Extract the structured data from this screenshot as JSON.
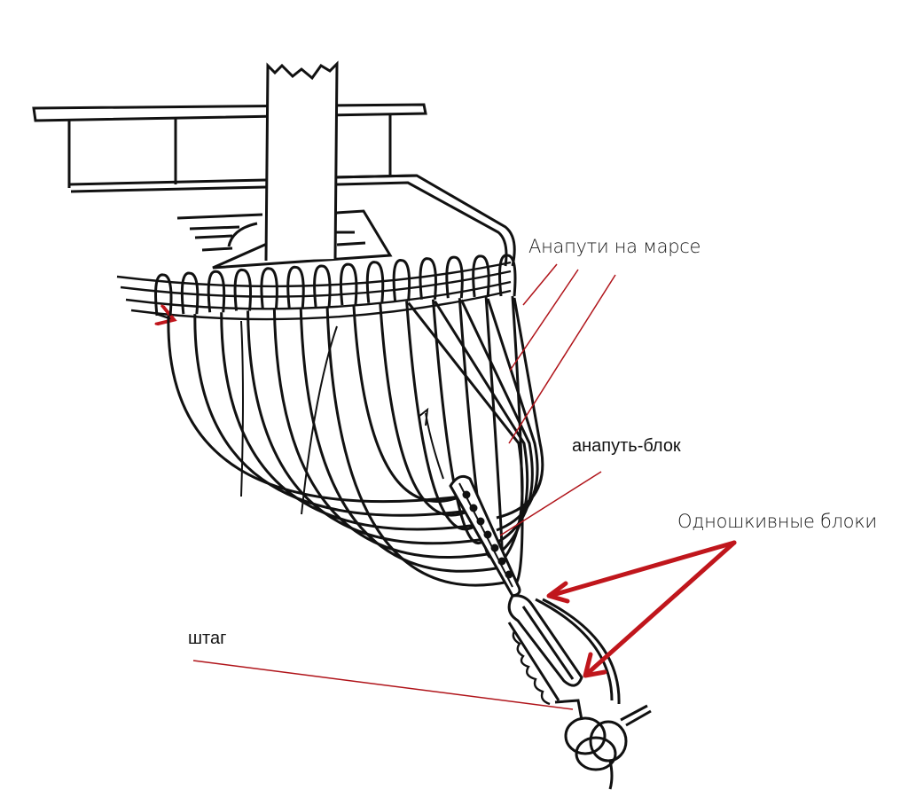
{
  "labels": {
    "crowfoot_on_top": "Анапути на марсе",
    "euphroe_block": "анапуть-блок",
    "single_blocks": "Одношкивные блоки",
    "stay": "штаг"
  },
  "colors": {
    "ink": "#111111",
    "leader_line": "#b0141a",
    "arrow": "#c0161c",
    "background": "#ffffff"
  },
  "figure": {
    "subject": "rigging-illustration",
    "crowfoot_line_count": 14,
    "block_hole_count": 7
  }
}
